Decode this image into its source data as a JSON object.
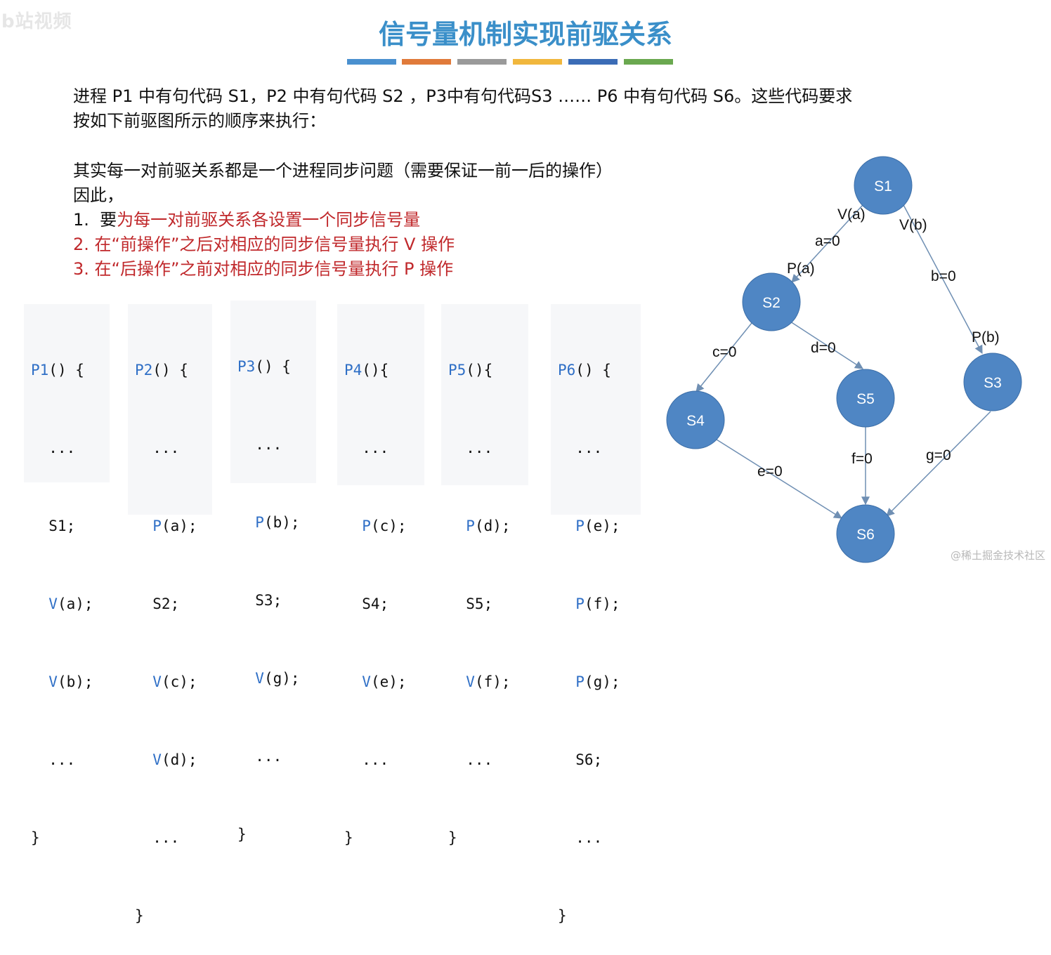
{
  "watermark_top_left": "b站视频",
  "title": "信号量机制实现前驱关系",
  "title_bar_colors": [
    "#4a90cf",
    "#e07a3a",
    "#9a9a9a",
    "#f1b73d",
    "#3b6cb6",
    "#6aa84f"
  ],
  "intro": {
    "line1": "进程 P1 中有句代码 S1，P2 中有句代码 S2 ，P3中有句代码S3 …… P6 中有句代码 S6。这些代码要求",
    "line2": "按如下前驱图所示的顺序来执行："
  },
  "explain": {
    "line1": "其实每一对前驱关系都是一个进程同步问题（需要保证一前一后的操作）",
    "line2": "因此，",
    "item1_num": "1.",
    "item1_prefix": "要",
    "item1_red": "为每一对前驱关系各设置一个同步信号量",
    "item2": "2.  在“前操作”之后对相应的同步信号量执行 V 操作",
    "item3": "3.  在“后操作”之前对相应的同步信号量执行 P 操作"
  },
  "code_blocks": [
    {
      "name": "P1",
      "lines": [
        [
          "kw",
          "P1"
        ],
        [
          "",
          "() {"
        ]
      ],
      "body": [
        [
          "",
          "  ..."
        ],
        [
          "",
          "  S1;"
        ],
        [
          "kw",
          "  V",
          "(a);"
        ],
        [
          "kw",
          "  V",
          "(b);"
        ],
        [
          "",
          "  ..."
        ],
        [
          "",
          "}"
        ]
      ]
    },
    {
      "name": "P2",
      "lines": [],
      "body": []
    }
  ],
  "code": {
    "p1": [
      "P1",
      "() {",
      "  ...",
      "  S1;",
      "  V",
      "(a);",
      "  V",
      "(b);",
      "  ...",
      "}"
    ],
    "p2": [
      "P2",
      "() {",
      "  ...",
      "  P",
      "(a);",
      "  S2;",
      "  V",
      "(c);",
      "  V",
      "(d);",
      "  ...",
      "}"
    ],
    "p3": [
      "P3",
      "() {",
      "  ...",
      "  P",
      "(b);",
      "  S3;",
      "  V",
      "(g);",
      "  ...",
      "}"
    ],
    "p4": [
      "P4",
      "(){",
      "  ...",
      "  P",
      "(c);",
      "  S4;",
      "  V",
      "(e);",
      "  ...",
      "}"
    ],
    "p5": [
      "P5",
      "(){",
      "  ...",
      "  P",
      "(d);",
      "  S5;",
      "  V",
      "(f);",
      "  ...",
      "}"
    ],
    "p6": [
      "P6",
      "() {",
      "  ...",
      "  P",
      "(e);",
      "  P",
      "(f);",
      "  P",
      "(g);",
      "  S6;",
      "  ...",
      "}"
    ]
  },
  "graph": {
    "node_color": "#4f86c4",
    "nodes": [
      "S1",
      "S2",
      "S3",
      "S4",
      "S5",
      "S6"
    ],
    "edge_labels": {
      "v_a": "V(a)",
      "a0": "a=0",
      "p_a": "P(a)",
      "v_b": "V(b)",
      "b0": "b=0",
      "p_b": "P(b)",
      "c0": "c=0",
      "d0": "d=0",
      "e0": "e=0",
      "f0": "f=0",
      "g0": "g=0"
    }
  },
  "watermark_bottom_right": "@稀土掘金技术社区"
}
